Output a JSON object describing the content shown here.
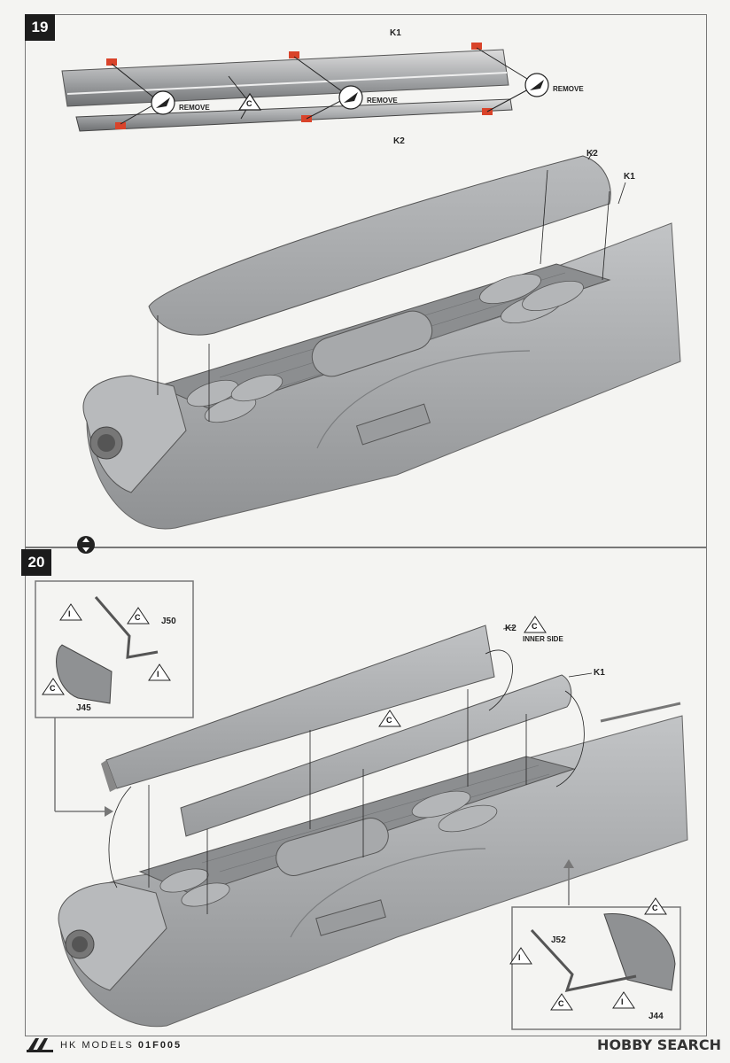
{
  "steps": [
    {
      "number": "19"
    },
    {
      "number": "20"
    }
  ],
  "step19": {
    "part_k1": "K1",
    "part_k2": "K2",
    "remove_label": "REMOVE",
    "glue_symbol": "C"
  },
  "step20": {
    "part_k1": "K1",
    "part_k2": "K2",
    "inner_side": "INNER SIDE",
    "glue_symbol": "C",
    "option_symbol": "I",
    "detail_left": {
      "part_a": "J50",
      "part_b": "J45"
    },
    "detail_right": {
      "part_a": "J52",
      "part_b": "J44"
    }
  },
  "footer": {
    "brand_prefix": "HK MODELS",
    "code": "01F005",
    "watermark": "HOBBY SEARCH"
  },
  "colors": {
    "plastic_gray": "#a9abad",
    "plastic_dark": "#8e9092",
    "remove_red": "#d9432a",
    "frame": "#777777"
  }
}
